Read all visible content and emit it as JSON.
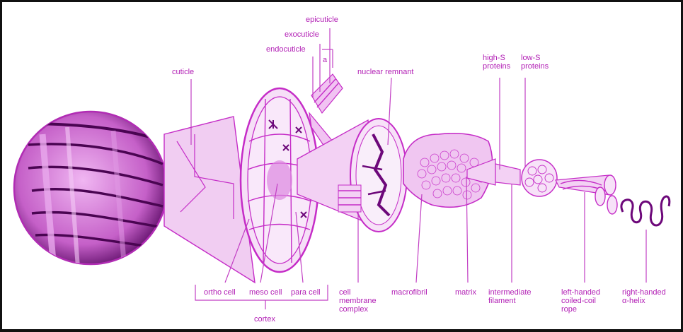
{
  "labels": {
    "epicuticle": "epicuticle",
    "exocuticle": "exocuticle",
    "endocuticle": "endocuticle",
    "a": "a",
    "cuticle": "cuticle",
    "nuclear_remnant": "nuclear remnant",
    "high_s": "high-S\nproteins",
    "low_s": "low-S\nproteins",
    "ortho_cell": "ortho cell",
    "meso_cell": "meso cell",
    "para_cell": "para cell",
    "cortex": "cortex",
    "cell_membrane": "cell\nmembrane\ncomplex",
    "macrofibril": "macrofibril",
    "matrix": "matrix",
    "intermediate": "intermediate\nfilament",
    "left_handed": "left-handed\ncoiled-coil\nrope",
    "right_handed": "right-handed\nα-helix"
  },
  "colors": {
    "primary": "#c52cc7",
    "light_fill": "#f2c6f3",
    "mid_fill": "#dd88df",
    "dark": "#6d087a",
    "label": "#b21fb5",
    "frame": "#111111"
  }
}
